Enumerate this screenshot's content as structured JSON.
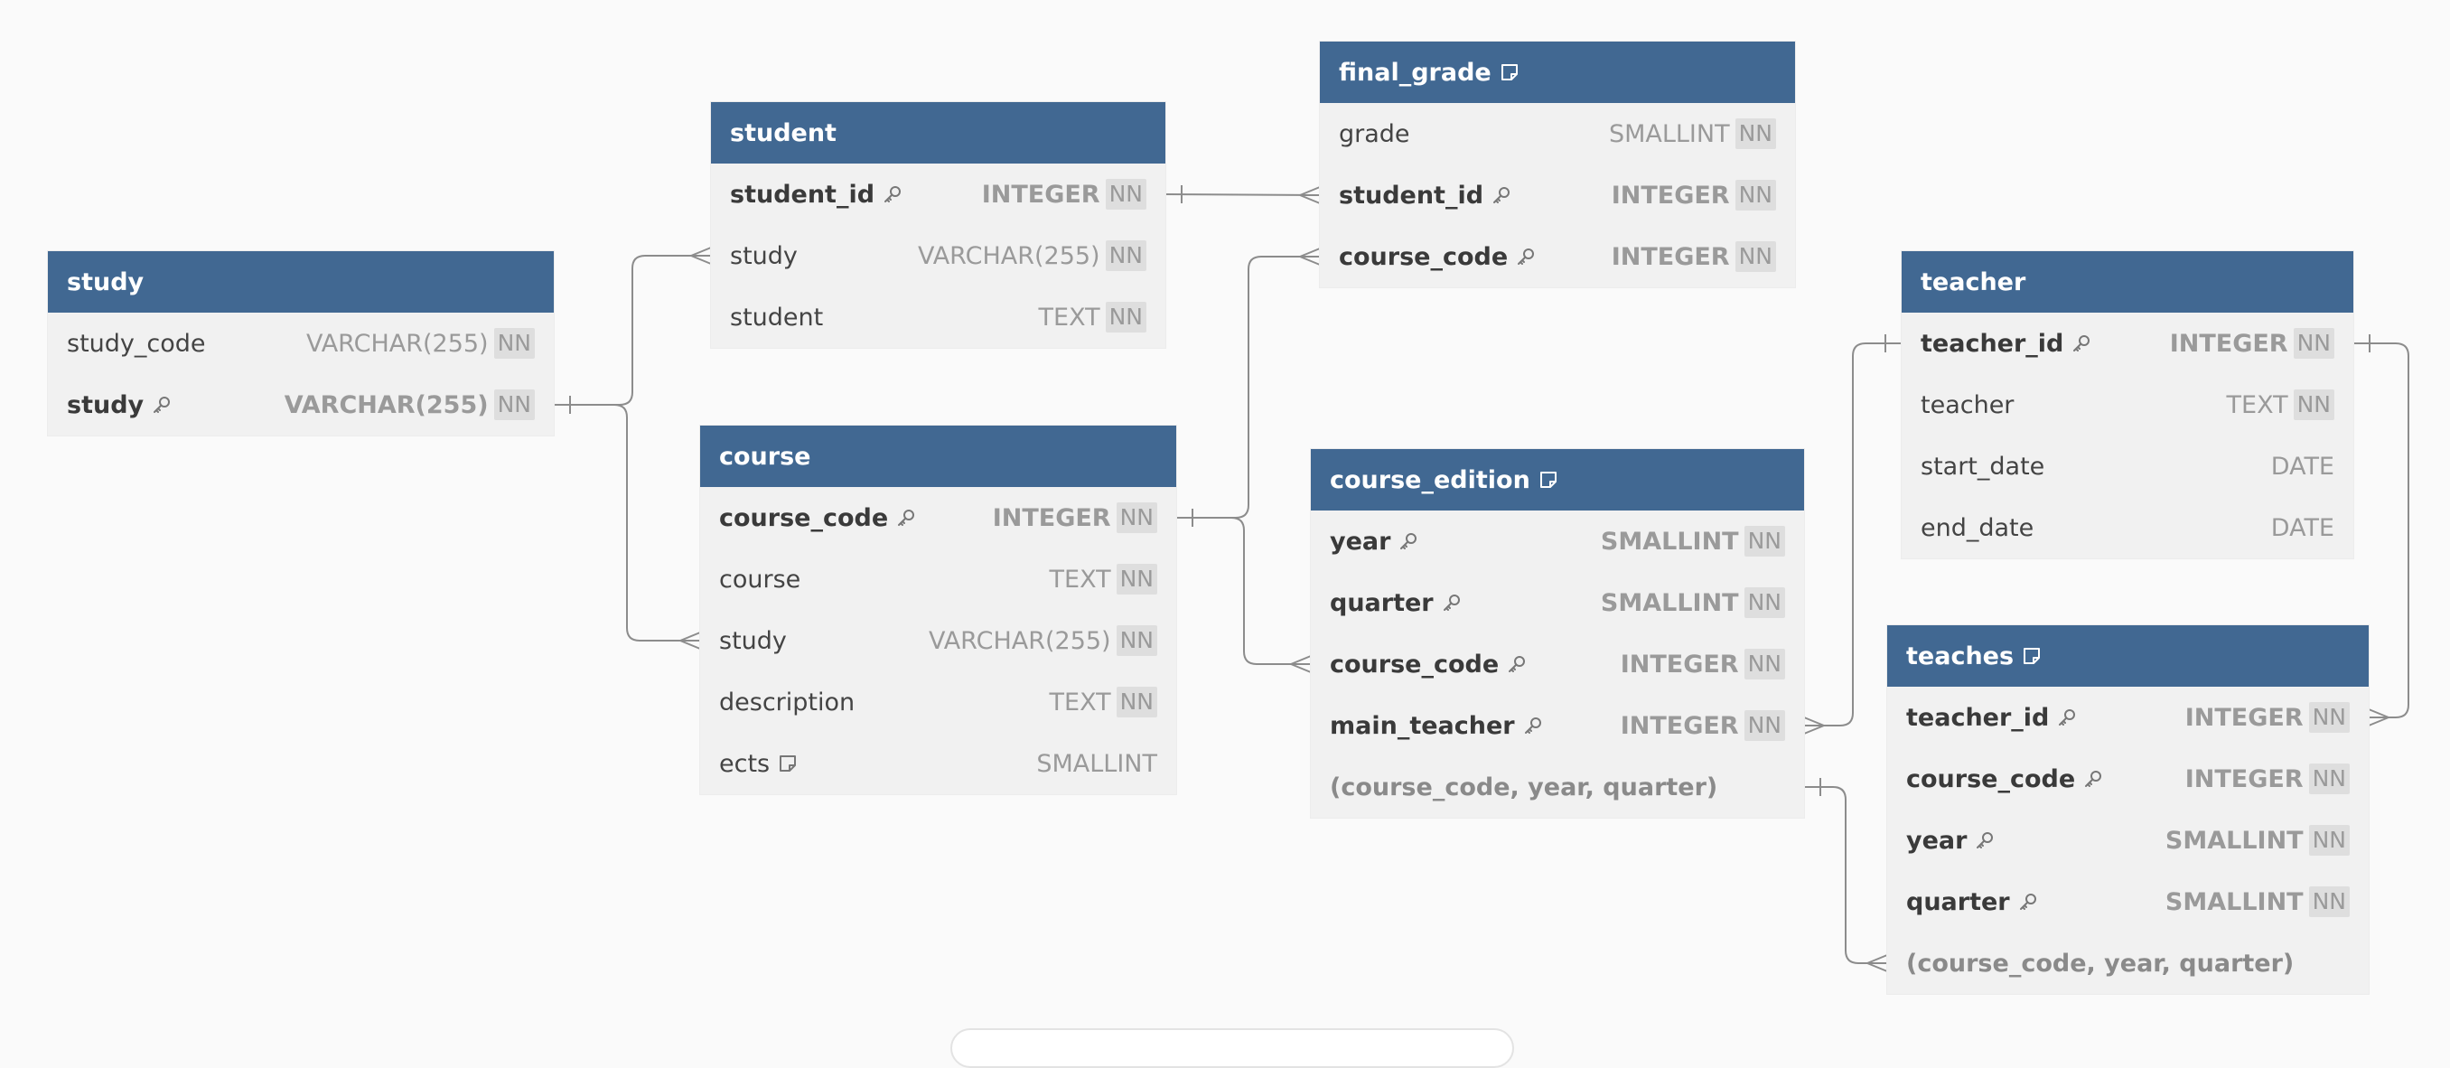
{
  "diagram": {
    "tables": [
      {
        "id": "study",
        "name": "study",
        "has_note": false,
        "columns": [
          {
            "name": "study_code",
            "type": "VARCHAR(255)",
            "nn": true,
            "pk": false,
            "fk_icon": false,
            "note": false
          },
          {
            "name": "study",
            "type": "VARCHAR(255)",
            "nn": true,
            "pk": true,
            "fk_icon": true,
            "note": false
          }
        ]
      },
      {
        "id": "student",
        "name": "student",
        "has_note": false,
        "columns": [
          {
            "name": "student_id",
            "type": "INTEGER",
            "nn": true,
            "pk": true,
            "fk_icon": true,
            "note": false
          },
          {
            "name": "study",
            "type": "VARCHAR(255)",
            "nn": true,
            "pk": false,
            "fk_icon": false,
            "note": false
          },
          {
            "name": "student",
            "type": "TEXT",
            "nn": true,
            "pk": false,
            "fk_icon": false,
            "note": false
          }
        ]
      },
      {
        "id": "course",
        "name": "course",
        "has_note": false,
        "columns": [
          {
            "name": "course_code",
            "type": "INTEGER",
            "nn": true,
            "pk": true,
            "fk_icon": true,
            "note": false
          },
          {
            "name": "course",
            "type": "TEXT",
            "nn": true,
            "pk": false,
            "fk_icon": false,
            "note": false
          },
          {
            "name": "study",
            "type": "VARCHAR(255)",
            "nn": true,
            "pk": false,
            "fk_icon": false,
            "note": false
          },
          {
            "name": "description",
            "type": "TEXT",
            "nn": true,
            "pk": false,
            "fk_icon": false,
            "note": false
          },
          {
            "name": "ects",
            "type": "SMALLINT",
            "nn": false,
            "pk": false,
            "fk_icon": false,
            "note": true
          }
        ]
      },
      {
        "id": "final_grade",
        "name": "final_grade",
        "has_note": true,
        "columns": [
          {
            "name": "grade",
            "type": "SMALLINT",
            "nn": true,
            "pk": false,
            "fk_icon": false,
            "note": false
          },
          {
            "name": "student_id",
            "type": "INTEGER",
            "nn": true,
            "pk": true,
            "fk_icon": true,
            "note": false
          },
          {
            "name": "course_code",
            "type": "INTEGER",
            "nn": true,
            "pk": true,
            "fk_icon": true,
            "note": false
          }
        ]
      },
      {
        "id": "course_edition",
        "name": "course_edition",
        "has_note": true,
        "columns": [
          {
            "name": "year",
            "type": "SMALLINT",
            "nn": true,
            "pk": true,
            "fk_icon": true,
            "note": false
          },
          {
            "name": "quarter",
            "type": "SMALLINT",
            "nn": true,
            "pk": true,
            "fk_icon": true,
            "note": false
          },
          {
            "name": "course_code",
            "type": "INTEGER",
            "nn": true,
            "pk": true,
            "fk_icon": true,
            "note": false
          },
          {
            "name": "main_teacher",
            "type": "INTEGER",
            "nn": true,
            "pk": true,
            "fk_icon": true,
            "note": false
          },
          {
            "name": "(course_code, year, quarter)",
            "type": "",
            "nn": false,
            "pk": false,
            "fk_icon": false,
            "note": false,
            "index": true
          }
        ]
      },
      {
        "id": "teacher",
        "name": "teacher",
        "has_note": false,
        "columns": [
          {
            "name": "teacher_id",
            "type": "INTEGER",
            "nn": true,
            "pk": true,
            "fk_icon": true,
            "note": false
          },
          {
            "name": "teacher",
            "type": "TEXT",
            "nn": true,
            "pk": false,
            "fk_icon": false,
            "note": false
          },
          {
            "name": "start_date",
            "type": "DATE",
            "nn": false,
            "pk": false,
            "fk_icon": false,
            "note": false
          },
          {
            "name": "end_date",
            "type": "DATE",
            "nn": false,
            "pk": false,
            "fk_icon": false,
            "note": false
          }
        ]
      },
      {
        "id": "teaches",
        "name": "teaches",
        "has_note": true,
        "columns": [
          {
            "name": "teacher_id",
            "type": "INTEGER",
            "nn": true,
            "pk": true,
            "fk_icon": true,
            "note": false
          },
          {
            "name": "course_code",
            "type": "INTEGER",
            "nn": true,
            "pk": true,
            "fk_icon": true,
            "note": false
          },
          {
            "name": "year",
            "type": "SMALLINT",
            "nn": true,
            "pk": true,
            "fk_icon": true,
            "note": false
          },
          {
            "name": "quarter",
            "type": "SMALLINT",
            "nn": true,
            "pk": true,
            "fk_icon": true,
            "note": false
          },
          {
            "name": "(course_code, year, quarter)",
            "type": "",
            "nn": false,
            "pk": false,
            "fk_icon": false,
            "note": false,
            "index": true
          }
        ]
      }
    ],
    "nn_label": "NN",
    "relations": [
      {
        "from_table": "study",
        "from_col": 1,
        "to_table": "student",
        "to_col": 1
      },
      {
        "from_table": "study",
        "from_col": 1,
        "to_table": "course",
        "to_col": 2
      },
      {
        "from_table": "student",
        "from_col": 0,
        "to_table": "final_grade",
        "to_col": 1
      },
      {
        "from_table": "course",
        "from_col": 0,
        "to_table": "final_grade",
        "to_col": 2
      },
      {
        "from_table": "course",
        "from_col": 0,
        "to_table": "course_edition",
        "to_col": 2
      },
      {
        "from_table": "teacher",
        "from_col": 0,
        "to_table": "course_edition",
        "to_col": 3
      },
      {
        "from_table": "teacher",
        "from_col": 0,
        "to_table": "teaches",
        "to_col": 0
      },
      {
        "from_table": "course_edition",
        "from_col": 4,
        "to_table": "teaches",
        "to_col": 4
      }
    ],
    "colors": {
      "header_bg": "#416892",
      "header_text": "#ffffff",
      "table_bg": "#f1f1f1",
      "edge": "#8c8c8c",
      "nn_bg": "#dedede"
    },
    "icons": {
      "key": "key-icon",
      "note": "note-icon"
    }
  }
}
